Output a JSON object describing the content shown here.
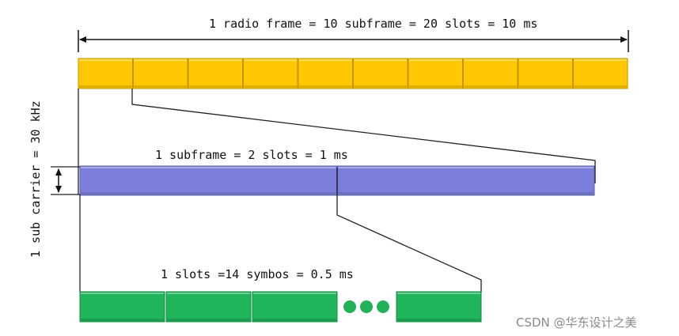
{
  "labels": {
    "radio_frame": "1 radio frame = 10 subframe = 20 slots = 10 ms",
    "subframe": "1 subframe = 2 slots = 1 ms",
    "slot": "1 slots =14 symbos = 0.5 ms",
    "subcarrier": "1 sub carrier = 30 kHz"
  },
  "colors": {
    "subframe_block": "#FFC800",
    "slot_block": "#7B7FDB",
    "symbol_block": "#1FB55A",
    "ellipsis_dot": "#23B25A",
    "line": "#222222"
  },
  "counts": {
    "subframes_per_frame": 10,
    "slots_per_subframe": 2,
    "visible_symbol_blocks_before_ellipsis": 3,
    "ellipsis_dots": 3
  },
  "watermark": "CSDN @华东设计之美"
}
